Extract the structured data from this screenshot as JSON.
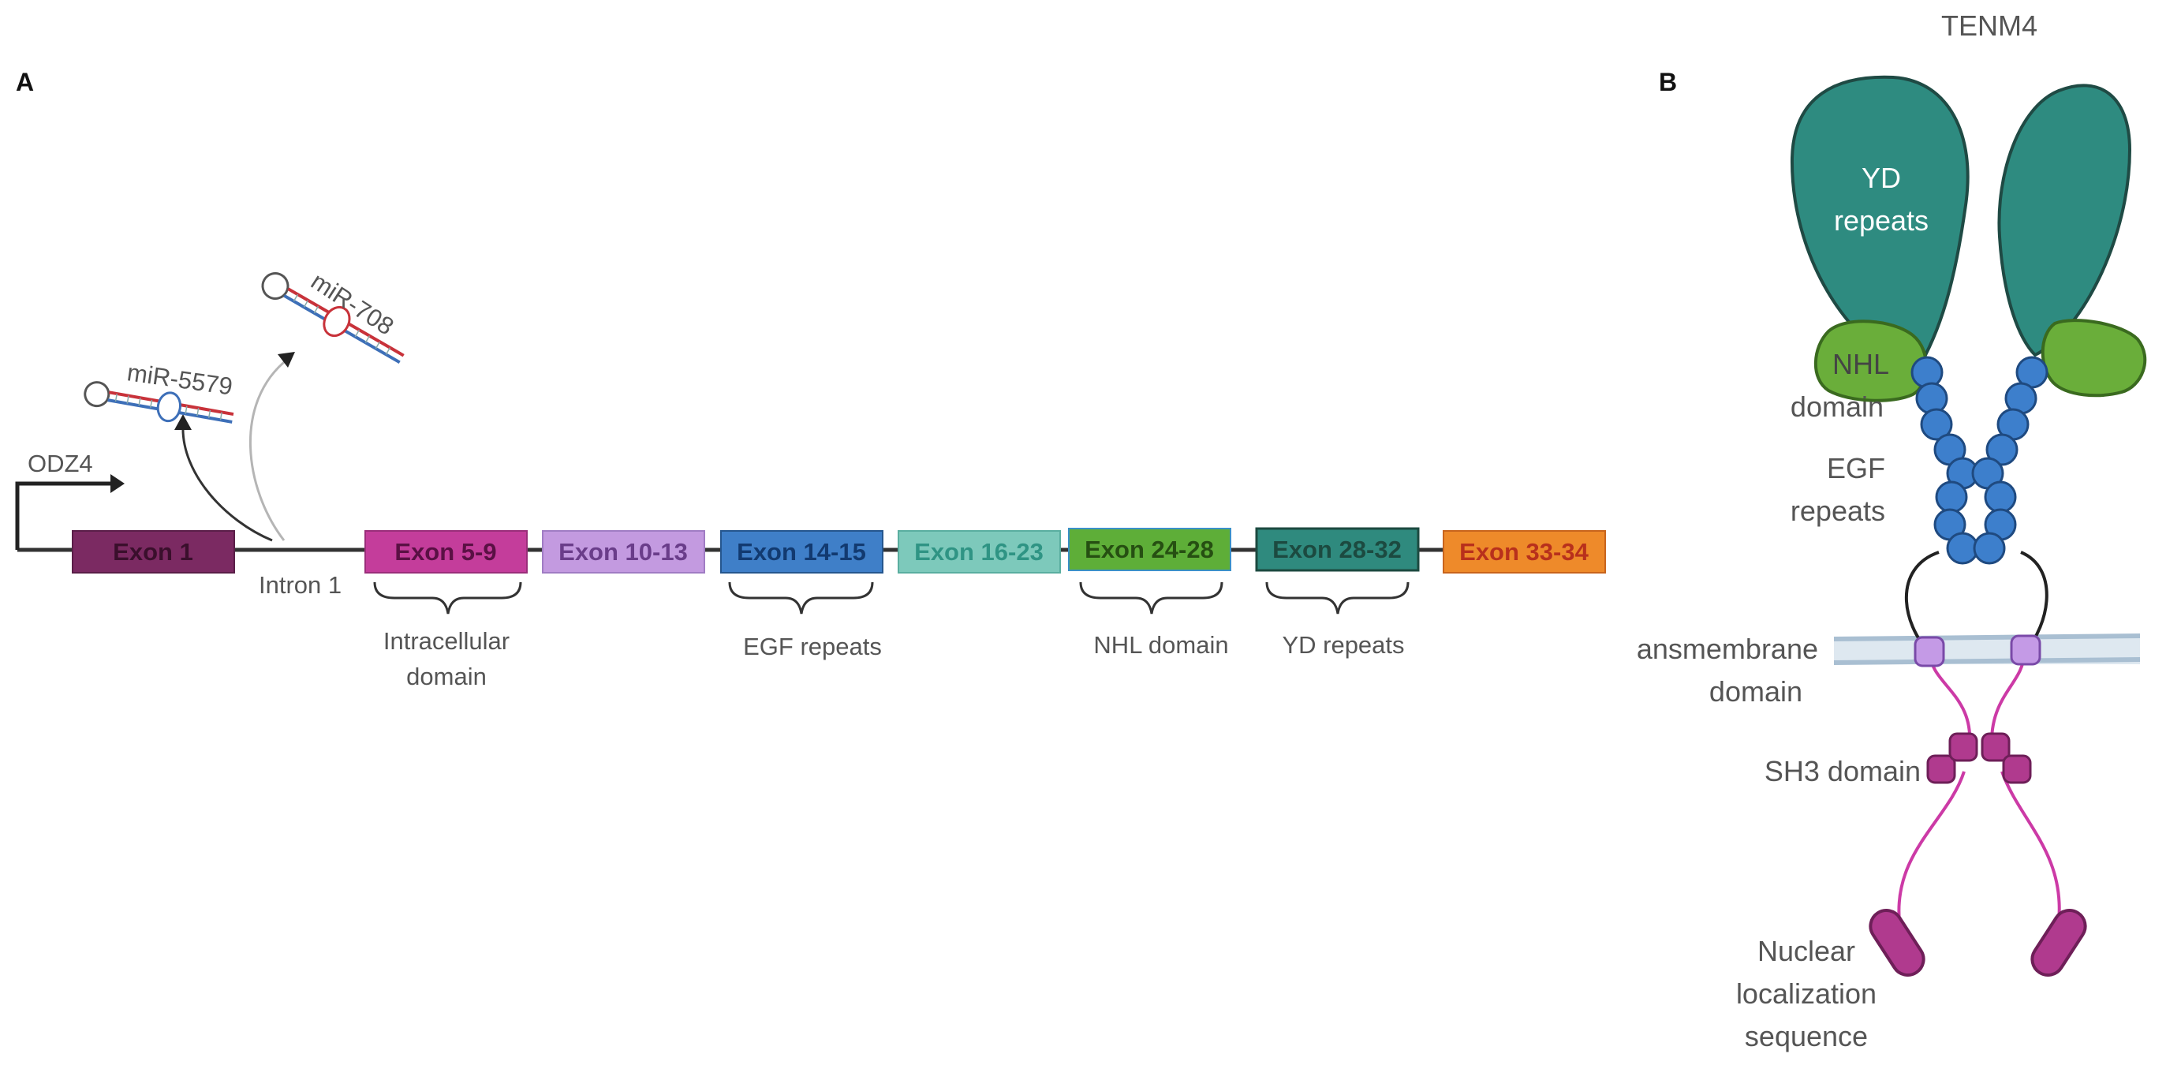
{
  "panel_a": {
    "letter": "A",
    "promoter_label": "ODZ4",
    "intron_label": "Intron 1",
    "mirnas": [
      {
        "id": "mir5579",
        "label": "miR-5579"
      },
      {
        "id": "mir708",
        "label": "miR-708"
      }
    ],
    "exons": [
      {
        "label": "Exon 1",
        "fill": "#7b2a62",
        "text_color": "#3a0f2c"
      },
      {
        "label": "Exon 5-9",
        "fill": "#c43d9b",
        "text_color": "#5a1044"
      },
      {
        "label": "Exon 10-13",
        "fill": "#c39ae0",
        "text_color": "#6a3d8a"
      },
      {
        "label": "Exon 14-15",
        "fill": "#3f7fc8",
        "text_color": "#123a70"
      },
      {
        "label": "Exon 16-23",
        "fill": "#7dc9bb",
        "text_color": "#2f9484"
      },
      {
        "label": "Exon 24-28",
        "fill": "#5eae38",
        "text_color": "#264f12"
      },
      {
        "label": "Exon 28-32",
        "fill": "#2f8a7e",
        "text_color": "#1c4a40"
      },
      {
        "label": "Exon 33-34",
        "fill": "#ee8a2a",
        "text_color": "#b8301c"
      }
    ],
    "domains": [
      {
        "lines": [
          "Intracellular",
          "domain"
        ]
      },
      {
        "lines": [
          "EGF repeats"
        ]
      },
      {
        "lines": [
          "NHL domain"
        ]
      },
      {
        "lines": [
          "YD repeats"
        ]
      }
    ]
  },
  "panel_b": {
    "letter": "B",
    "title": "TENM4",
    "yd_label": [
      "YD",
      "repeats"
    ],
    "nhl_label": [
      "NHL",
      "domain"
    ],
    "egf_label": [
      "EGF",
      "repeats"
    ],
    "tm_label": [
      "ansmembrane",
      "domain"
    ],
    "sh3_label": "SH3 domain",
    "nls_label": [
      "Nuclear",
      "localization",
      "sequence"
    ]
  },
  "colors": {
    "yd": "#2e8b80",
    "nhl": "#6aae3a",
    "egf": "#3d7fcc",
    "tm_domain": "#c49ae6",
    "sh3": "#b03a8e",
    "linker": "#cc3aa6",
    "membrane": "#c8d8e6"
  }
}
